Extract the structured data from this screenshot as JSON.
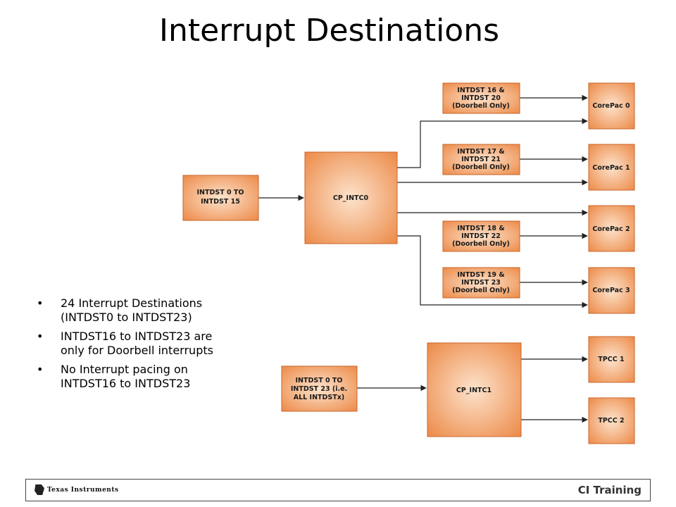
{
  "slide": {
    "title": "Interrupt Destinations"
  },
  "bullets": [
    "24 Interrupt Destinations (INTDST0 to INTDST23)",
    "INTDST16 to INTDST23 are only for Doorbell interrupts",
    "No Interrupt pacing on INTDST16 to INTDST23"
  ],
  "bullet_glyph": "•",
  "diagram": {
    "input_a": [
      "INTDST 0 TO",
      "INTDST 15"
    ],
    "cp_intc0": "CP_INTC0",
    "doorbell_0": [
      "INTDST 16 &",
      "INTDST 20",
      "(Doorbell Only)"
    ],
    "doorbell_1": [
      "INTDST 17 &",
      "INTDST 21",
      "(Doorbell Only)"
    ],
    "doorbell_2": [
      "INTDST 18 &",
      "INTDST 22",
      "(Doorbell Only)"
    ],
    "doorbell_3": [
      "INTDST 19 &",
      "INTDST 23",
      "(Doorbell Only)"
    ],
    "corepac_0": "CorePac 0",
    "corepac_1": "CorePac 1",
    "corepac_2": "CorePac 2",
    "corepac_3": "CorePac 3",
    "input_b": [
      "INTDST 0 TO",
      "INTDST 23 (i.e.",
      "ALL INTDSTx)"
    ],
    "cp_intc1": "CP_INTC1",
    "tpcc_1": "TPCC 1",
    "tpcc_2": "TPCC 2"
  },
  "colors": {
    "box_edge": "#e8833e",
    "box_center": "#fbd7b8",
    "line": "#222222"
  },
  "footer": {
    "logo_text": "Texas Instruments",
    "right_text": "CI Training"
  }
}
